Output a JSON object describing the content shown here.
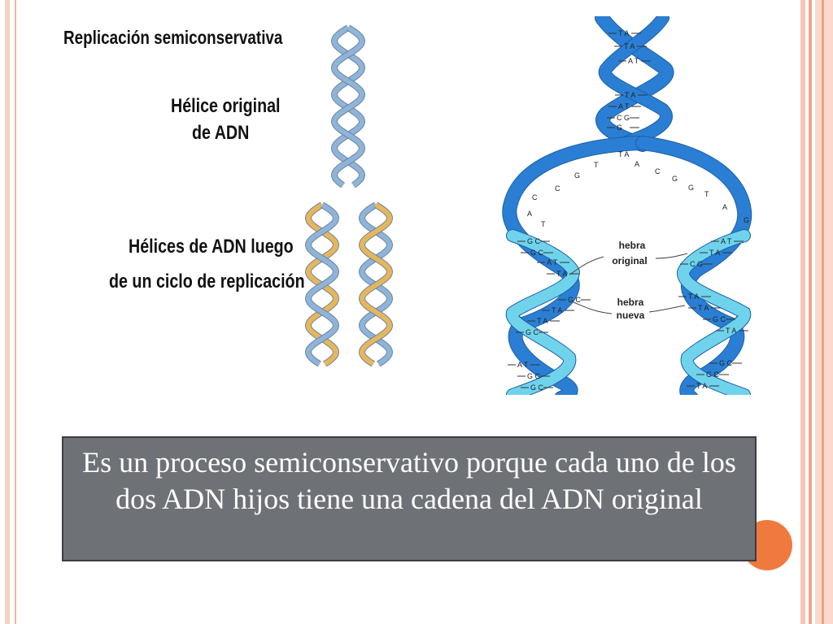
{
  "slide": {
    "title": "Replicación semiconservativa",
    "original_label_line1": "Hélice original",
    "original_label_line2": "de ADN",
    "after_label_line1": "Hélices de ADN luego",
    "after_label_line2": "de un ciclo de replicación",
    "callout_text": "Es un proceso semiconservativo porque cada uno de los dos ADN hijos tiene una cadena del ADN original"
  },
  "diagram": {
    "strand_original_label_line1": "hebra",
    "strand_original_label_line2": "original",
    "strand_new_label_line1": "hebra",
    "strand_new_label_line2": "nueva",
    "base_pairs_top": [
      "T A",
      "T A",
      "A T",
      "T A",
      "A T",
      "C G",
      "G"
    ],
    "bases_fork_left": [
      "T",
      "G",
      "C",
      "C",
      "A",
      "T"
    ],
    "bases_fork_right": [
      "T A",
      "A",
      "C",
      "G",
      "G",
      "T",
      "A",
      "G"
    ],
    "pairs_left_daughter": [
      "G C",
      "G C",
      "A T",
      "T A",
      "G C",
      "T A",
      "T A",
      "G C",
      "A T",
      "G C",
      "G C"
    ],
    "pairs_right_daughter": [
      "A T",
      "T A",
      "C G",
      "T A",
      "T A",
      "G C",
      "T A",
      "G C",
      "G C",
      "T A"
    ]
  },
  "colors": {
    "original_strand": "#2a7fd4",
    "new_strand": "#6fd3ec",
    "helix_blue": "#8fb4d8",
    "helix_gold": "#e8b65a",
    "callout_bg": "#6e7176",
    "accent_orange": "#f07a3e"
  }
}
